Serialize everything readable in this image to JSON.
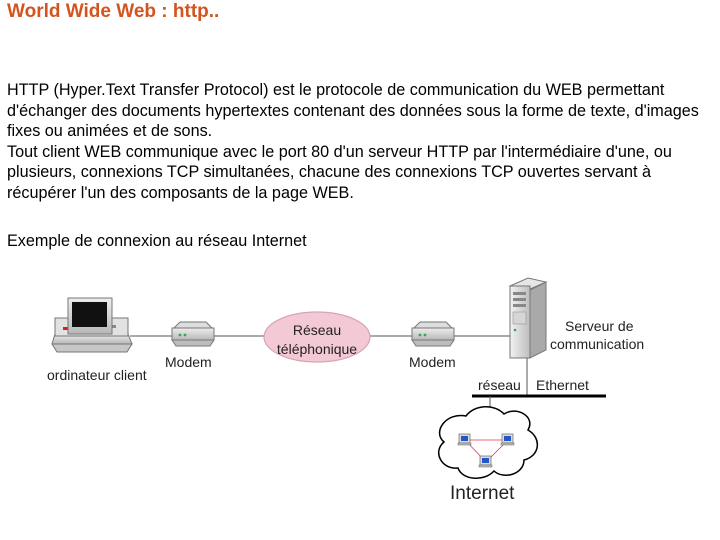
{
  "title": "World Wide Web : http..",
  "paragraphs": [
    "HTTP (Hyper.Text Transfer Protocol) est le protocole de communication du WEB permettant d'échanger des documents hypertextes contenant des données sous la forme de texte, d'images fixes ou animées et de sons.",
    "Tout client WEB communique avec le port 80 d'un serveur HTTP par l'intermédiaire d'une, ou plusieurs, connexions TCP simultanées, chacune des connexions TCP ouvertes servant à récupérer l'un des composants de la page WEB."
  ],
  "caption": "Exemple de connexion au réseau Internet",
  "diagram": {
    "client_label": "ordinateur client",
    "modem_left_label": "Modem",
    "phone_network_line1": "Réseau",
    "phone_network_line2": "téléphonique",
    "modem_right_label": "Modem",
    "server_label_line1": "Serveur de",
    "server_label_line2": "communication",
    "network_label": "réseau",
    "ethernet_label": "Ethernet",
    "internet_label": "Internet"
  },
  "colors": {
    "title": "#d2541e",
    "ellipse_fill": "#f2c9d4",
    "ellipse_stroke": "#d9a3b3",
    "internet_link": "#e0304a"
  }
}
